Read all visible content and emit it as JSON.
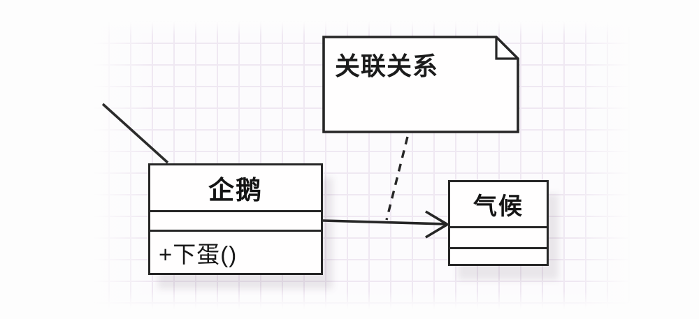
{
  "canvas": {
    "background_color": "#fcfbfd",
    "grid_color": "#efe8f2",
    "stroke_color": "#262626"
  },
  "note": {
    "text": "关联关系"
  },
  "classes": {
    "penguin": {
      "name": "企鹅",
      "attributes_text": "",
      "operations_text": "+下蛋()"
    },
    "climate": {
      "name": "气候",
      "attributes_text": "",
      "operations_text": ""
    }
  }
}
